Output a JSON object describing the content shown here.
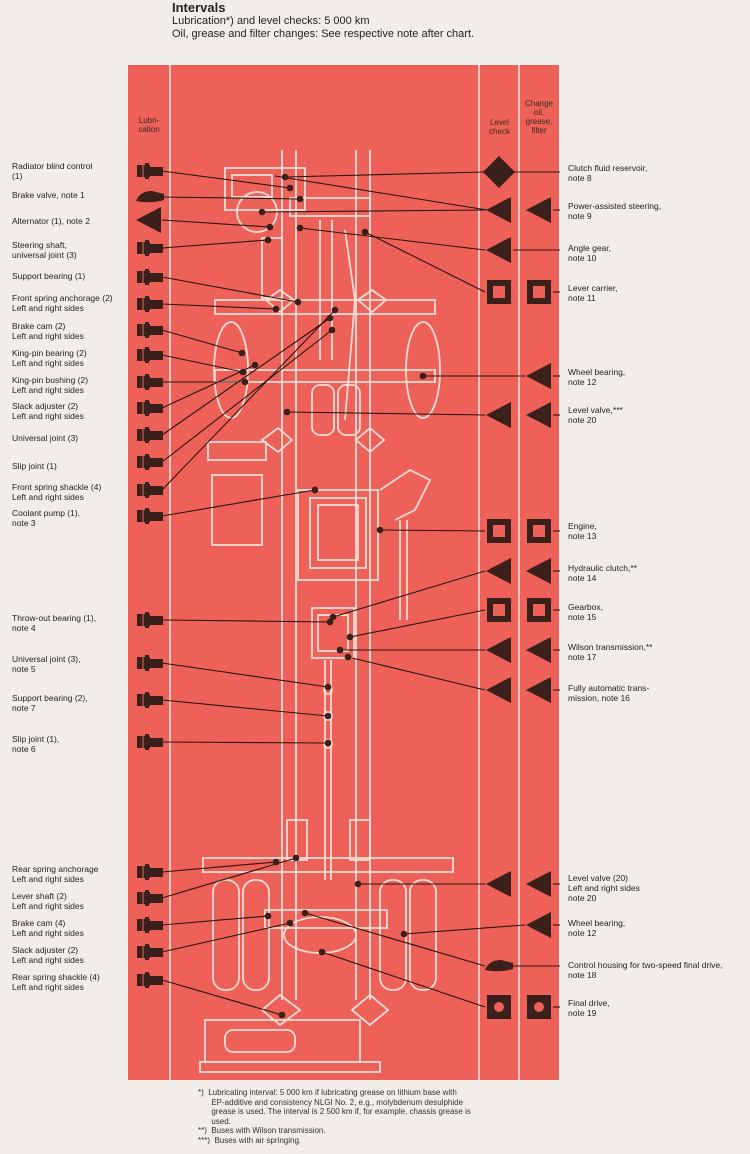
{
  "header": {
    "title": "Intervals",
    "line1": "Lubrication*) and level checks: 5 000 km",
    "line2": "Oil, grease and filter changes: See respective note after chart."
  },
  "columns": {
    "lubrication": "Lubri-\ncation",
    "level_check": "Level\ncheck",
    "change": "Change\noil,\ngrease,\nfilter"
  },
  "left_labels": [
    "Radiator blind control\n(1)",
    "Brake valve, note 1",
    "Alternator (1), note 2",
    "Steering shaft,\nuniversal joint (3)",
    "Support bearing (1)",
    "Front spring anchorage (2)\nLeft and right sides",
    "Brake cam (2)\nLeft and right sides",
    "King-pin bearing (2)\nLeft and right sides",
    "King-pin bushing (2)\nLeft and right sides",
    "Slack adjuster (2)\nLeft and right sides",
    "Universal joint (3)",
    "Slip joint (1)",
    "Front spring shackle (4)\nLeft and right sides",
    "Coolant pump (1),\nnote 3",
    "Throw-out bearing (1),\nnote 4",
    "Universal joint (3),\nnote 5",
    "Support bearing (2),\nnote 7",
    "Slip joint (1),\nnote 6",
    "Rear spring anchorage\nLeft and right sides",
    "Lever shaft (2)\nLeft and right sides",
    "Brake cam (4)\nLeft and right sides",
    "Slack adjuster (2)\nLeft and right sides",
    "Rear spring shackle (4)\nLeft and right sides"
  ],
  "right_labels": [
    "Clutch fluid reservoir,\nnote 8",
    "Power-assisted steering,\nnote 9",
    "Angle gear,\nnote 10",
    "Lever carrier,\nnote 11",
    "Wheel bearing,\nnote 12",
    "Level valve,***\nnote 20",
    "Engine,\nnote 13",
    "Hydraulic clutch,**\nnote 14",
    "Gearbox,\nnote 15",
    "Wilson transmission,**\nnote 17",
    "Fully automatic trans-\nmission, note 16",
    "Level valve (20)\nLeft and right sides\nnote 20",
    "Wheel bearing,\nnote 12",
    "Control housing for two-speed final drive,\nnote 18",
    "Final drive,\nnote 19"
  ],
  "footnotes": [
    "*)  Lubricating interval: 5 000 km if lubricating grease on lithium base with\n      EP-additive and consistency NLGI No. 2, e.g., molybdenum desulphide\n      grease is used. The interval is 2 500 km if, for example, chassis grease is\n      used.",
    "**)  Buses with Wilson transmission.",
    "***)  Buses with air springing."
  ],
  "colors": {
    "panel": "#ee6158",
    "symbol": "#3a1f1a",
    "paper": "#f1eee9",
    "line": "#f6dcd6"
  },
  "symbol_legend": {
    "grease-gun": "lubrication",
    "triangle": "level check",
    "square": "change"
  }
}
